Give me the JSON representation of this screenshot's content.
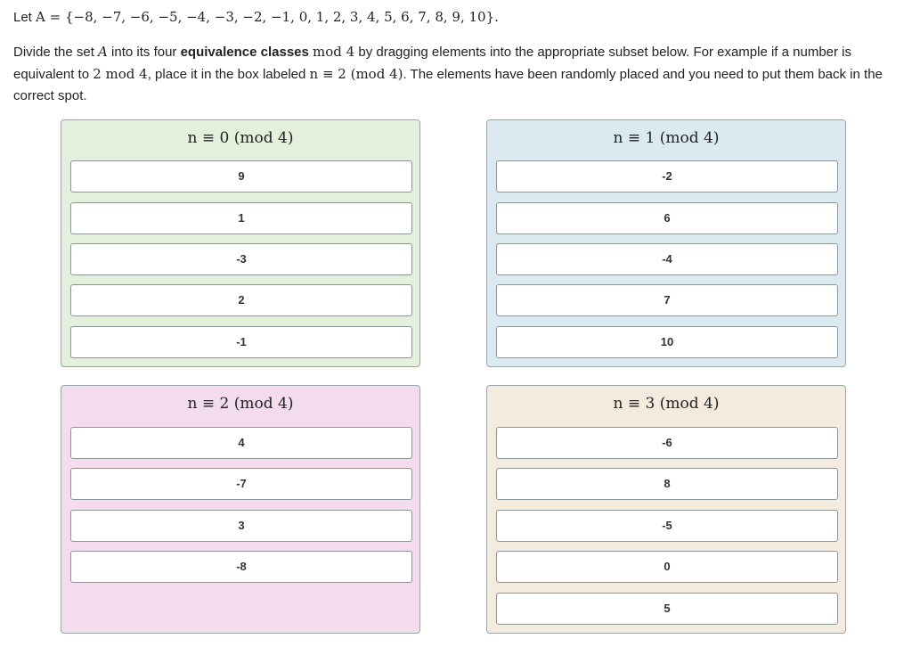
{
  "intro": {
    "prefix": "Let ",
    "math": "A = {−8, −7, −6, −5, −4, −3, −2, −1, 0, 1, 2, 3, 4, 5, 6, 7, 8, 9, 10}."
  },
  "instructions": {
    "t1": "Divide the set ",
    "m1": "A",
    "t2": " into its four ",
    "b1": "equivalence classes",
    "t3": " ",
    "m2": "mod 4",
    "t4": " by dragging elements into the appropriate subset below. For example if a number is equivalent to ",
    "m3": "2 mod 4",
    "t5": ", place it in the box labeled ",
    "m4": "n ≡ 2 (mod 4)",
    "t6": ". The elements have been randomly placed and you need to put them back in the correct spot."
  },
  "panels": [
    {
      "label": "n ≡ 0 (mod 4)",
      "color": "#e3f0dc",
      "items": [
        "9",
        "1",
        "-3",
        "2",
        "-1"
      ]
    },
    {
      "label": "n ≡ 1 (mod 4)",
      "color": "#dbe9f1",
      "items": [
        "-2",
        "6",
        "-4",
        "7",
        "10"
      ]
    },
    {
      "label": "n ≡ 2 (mod 4)",
      "color": "#f2dcee",
      "items": [
        "4",
        "-7",
        "3",
        "-8"
      ]
    },
    {
      "label": "n ≡ 3 (mod 4)",
      "color": "#f3ebdd",
      "items": [
        "-6",
        "8",
        "-5",
        "0",
        "5"
      ]
    }
  ]
}
